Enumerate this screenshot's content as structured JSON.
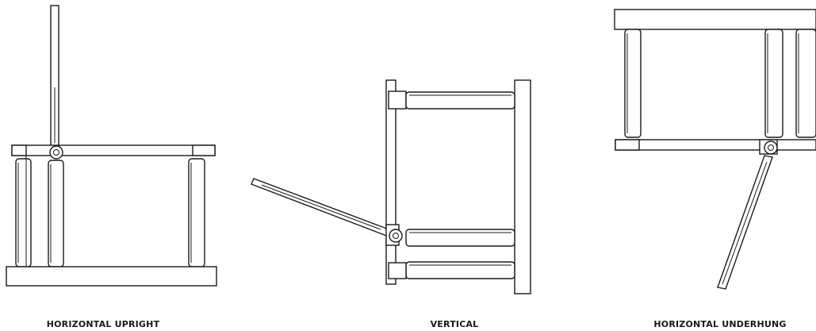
{
  "figure": {
    "captions": {
      "left": "HORIZONTAL UPRIGHT",
      "middle": "VERTICAL",
      "right": "HORIZONTAL UNDERHUNG"
    }
  }
}
